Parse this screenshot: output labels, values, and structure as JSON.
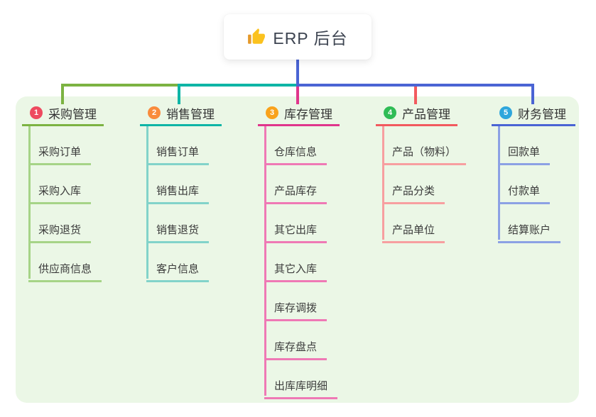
{
  "canvas": {
    "background": "#FFFFFF",
    "panel_background": "#EBF7E6"
  },
  "root": {
    "label": "ERP 后台",
    "icon": "thumbs-up",
    "connector_color": "#4A64D4"
  },
  "branches": [
    {
      "badge": "1",
      "label": "采购管理",
      "badge_color": "#EE4A5F",
      "color": "#7CB342",
      "light_color": "#A6D487",
      "children": [
        "采购订单",
        "采购入库",
        "采购退货",
        "供应商信息"
      ]
    },
    {
      "badge": "2",
      "label": "销售管理",
      "badge_color": "#F98B3C",
      "color": "#0EB5A6",
      "light_color": "#82D3CA",
      "children": [
        "销售订单",
        "销售出库",
        "销售退货",
        "客户信息"
      ]
    },
    {
      "badge": "3",
      "label": "库存管理",
      "badge_color": "#F9A21B",
      "color": "#E0368C",
      "light_color": "#EF79B5",
      "children": [
        "仓库信息",
        "产品库存",
        "其它出库",
        "其它入库",
        "库存调拨",
        "库存盘点",
        "出库库明细"
      ]
    },
    {
      "badge": "4",
      "label": "产品管理",
      "badge_color": "#2FBC55",
      "color": "#F25A5E",
      "light_color": "#F79FA0",
      "children": [
        "产品（物料）",
        "产品分类",
        "产品单位"
      ]
    },
    {
      "badge": "5",
      "label": "财务管理",
      "badge_color": "#2EA6DC",
      "color": "#4A64D4",
      "light_color": "#8CA1E4",
      "children": [
        "回款单",
        "付款单",
        "结算账户"
      ]
    }
  ]
}
